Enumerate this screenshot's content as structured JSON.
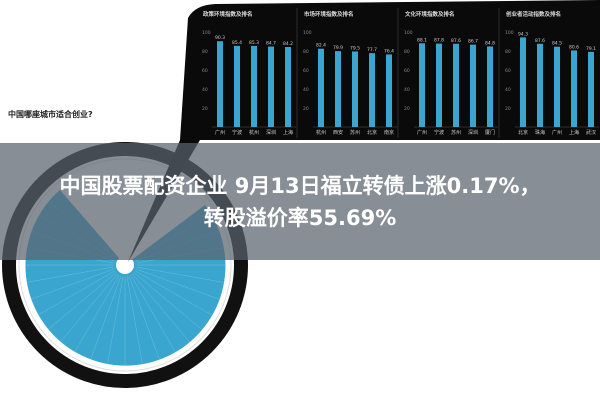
{
  "infographic": {
    "left_title": "中国哪座城市适合创业?",
    "colors": {
      "bar": "#3aa6cf",
      "panel": "#0a0a0a",
      "pie": "#3aa6cf",
      "ring": "#111111"
    },
    "yaxis_ticks": [
      20,
      40,
      60,
      80,
      100
    ],
    "panels": [
      {
        "title": "政策环境指数及排名",
        "categories": [
          "广州",
          "宁波",
          "杭州",
          "深圳",
          "上海"
        ],
        "values": [
          90.3,
          85.4,
          85.3,
          84.7,
          84.2
        ]
      },
      {
        "title": "市场环境指数及排名",
        "categories": [
          "杭州",
          "西安",
          "苏州",
          "北京",
          "南京"
        ],
        "values": [
          82.4,
          79.9,
          79.5,
          77.7,
          76.4
        ]
      },
      {
        "title": "文化环境指数及排名",
        "categories": [
          "广州",
          "宁波",
          "苏州",
          "深圳",
          "厦门"
        ],
        "values": [
          88.1,
          87.8,
          87.6,
          86.7,
          84.8
        ]
      },
      {
        "title": "创业者活动指数及排名",
        "categories": [
          "北京",
          "珠海",
          "广州",
          "上海",
          "武汉"
        ],
        "values": [
          94.3,
          87.6,
          84.5,
          80.6,
          79.1
        ]
      }
    ]
  },
  "headline": {
    "line1": "中国股票配资企业 9月13日福立转债上涨0.17%，",
    "line2": "转股溢价率55.69%"
  }
}
